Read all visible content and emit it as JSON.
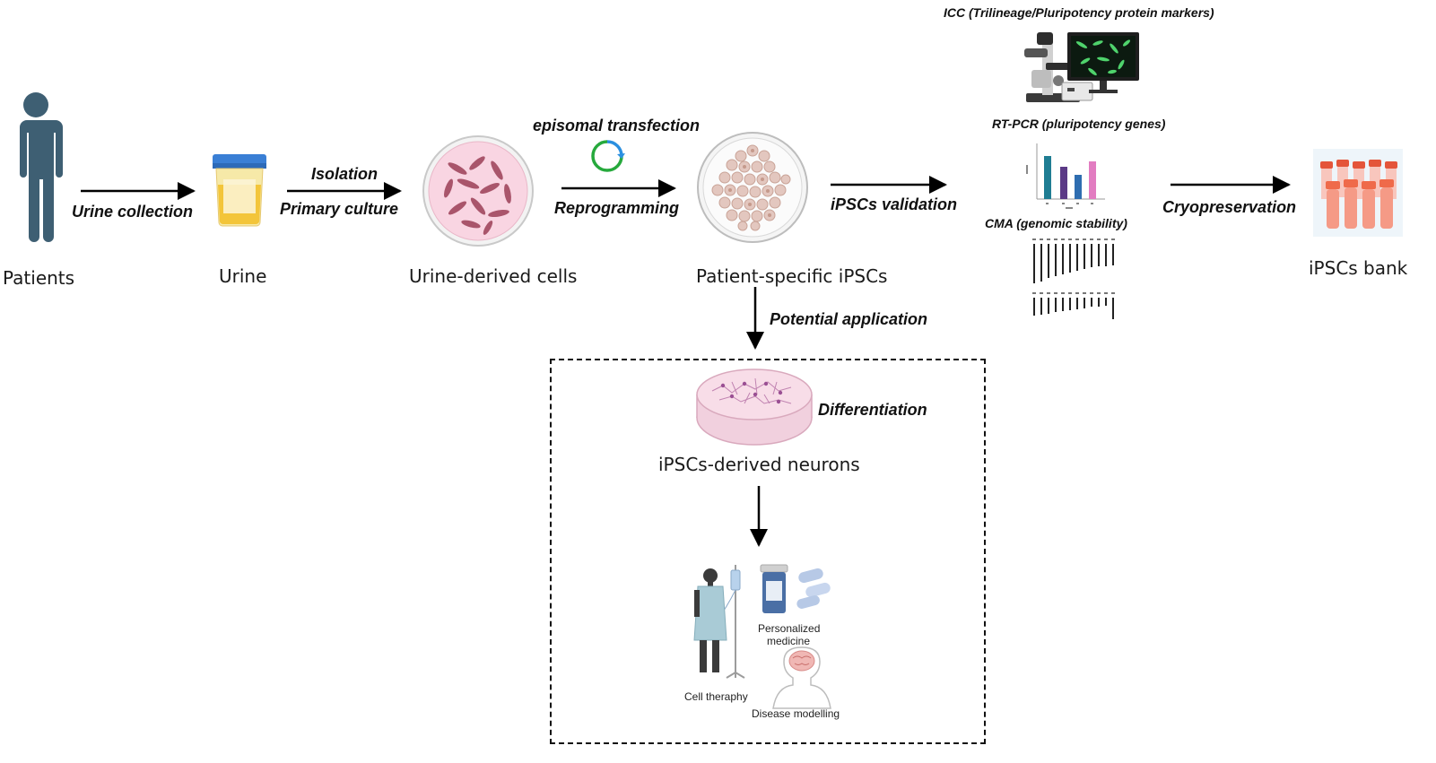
{
  "nodes": {
    "patients": "Patients",
    "urine": "Urine",
    "urine_cells": "Urine-derived cells",
    "ipscs": "Patient-specific iPSCs",
    "bank": "iPSCs bank",
    "neurons": "iPSCs-derived neurons"
  },
  "steps": {
    "urine_collection": "Urine collection",
    "isolation": "Isolation",
    "primary_culture": "Primary culture",
    "episomal": "episomal transfection",
    "reprogramming": "Reprogramming",
    "validation": "iPSCs validation",
    "cryo": "Cryopreservation",
    "potential": "Potential application",
    "differentiation": "Differentiation"
  },
  "validation_methods": {
    "icc": "ICC (Trilineage/Pluripotency protein markers)",
    "rtpcr": "RT-PCR (pluripotency genes)",
    "cma": "CMA (genomic stability)"
  },
  "applications": {
    "personalized_1": "Personalized",
    "personalized_2": "medicine",
    "cell": "Cell theraphy",
    "disease": "Disease modelling"
  },
  "colors": {
    "person": "#3e5f73",
    "urine_fill": "#f3c53a",
    "urine_cap": "#3a7fd5",
    "dish_pink": "#f7d3e0",
    "cell_pink": "#a1485f",
    "colony": "#e3c7bf",
    "plasmid_green": "#26a93c",
    "plasmid_blue": "#2a8fe0",
    "bar_teal": "#1f7d93",
    "bar_purple": "#5b3a86",
    "bar_blue": "#2e6db0",
    "bar_pink": "#e27cc1",
    "tube": "#ef6a4a"
  }
}
